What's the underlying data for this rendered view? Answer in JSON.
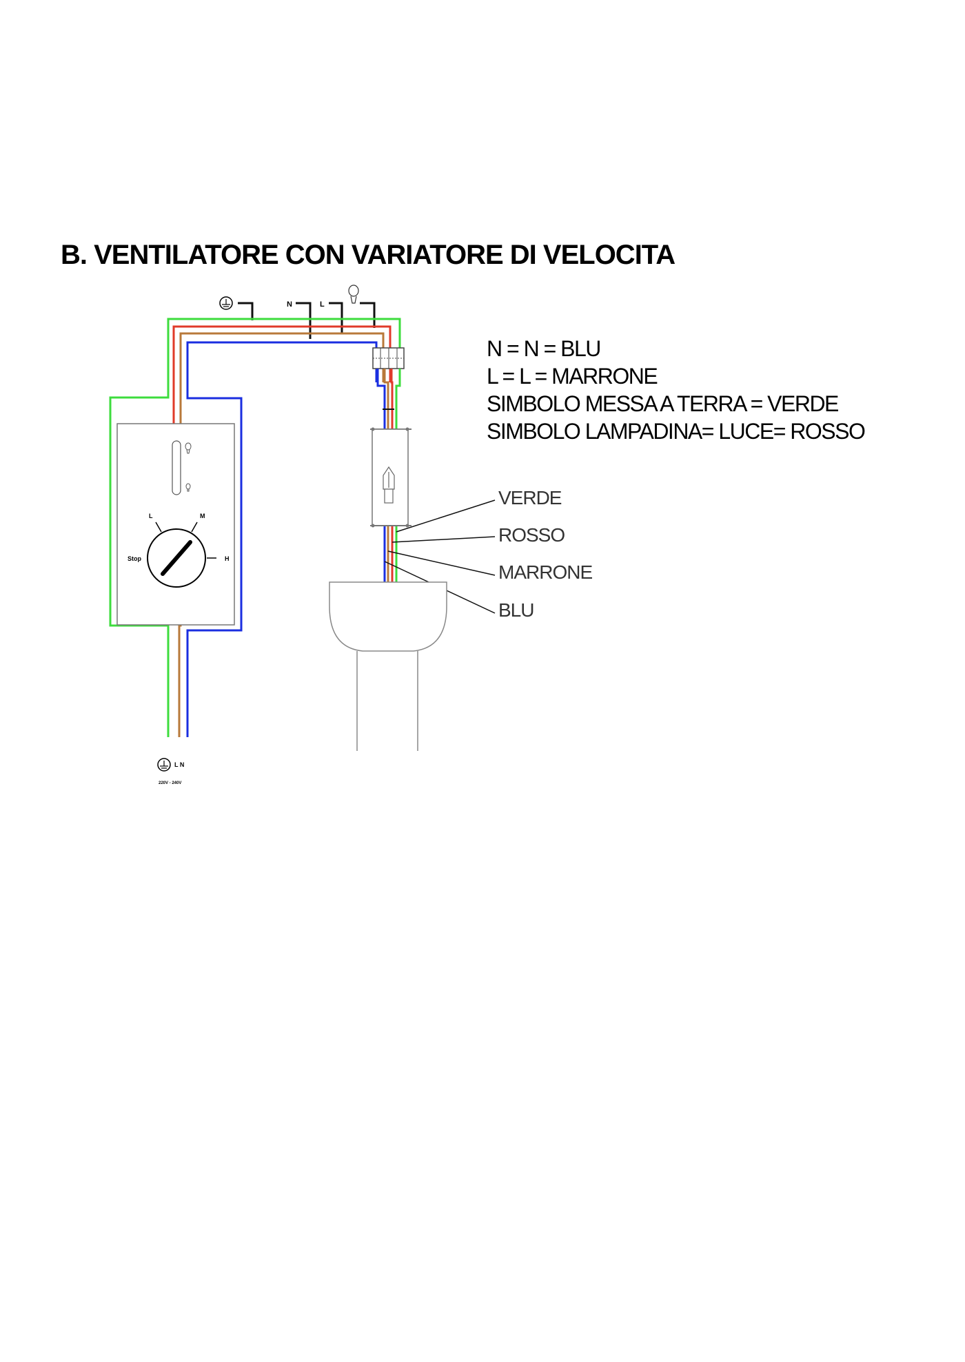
{
  "title": "B. VENTILATORE CON VARIATORE DI VELOCITA",
  "legend": [
    "N = N = BLU",
    "L = L = MARRONE",
    "SIMBOLO MESSA A TERRA = VERDE",
    "SIMBOLO LAMPADINA= LUCE= ROSSO"
  ],
  "wire_labels": [
    "VERDE",
    "ROSSO",
    "MARRONE",
    "BLU"
  ],
  "top_terminals": {
    "neutral": "N",
    "live": "L"
  },
  "switch": {
    "speed_low": "L",
    "speed_medium": "M",
    "speed_high": "H",
    "stop": "Stop"
  },
  "supply": {
    "terminals": "L N",
    "voltage": "220V - 240V"
  },
  "colors": {
    "earth": "#3ddc3d",
    "light": "#e03a2a",
    "live": "#b8793a",
    "neutral": "#1a2ee0",
    "outline": "#555555"
  },
  "icons": [
    "earth-icon",
    "lightbulb-icon",
    "speed-knob-icon",
    "lamp-icon"
  ]
}
